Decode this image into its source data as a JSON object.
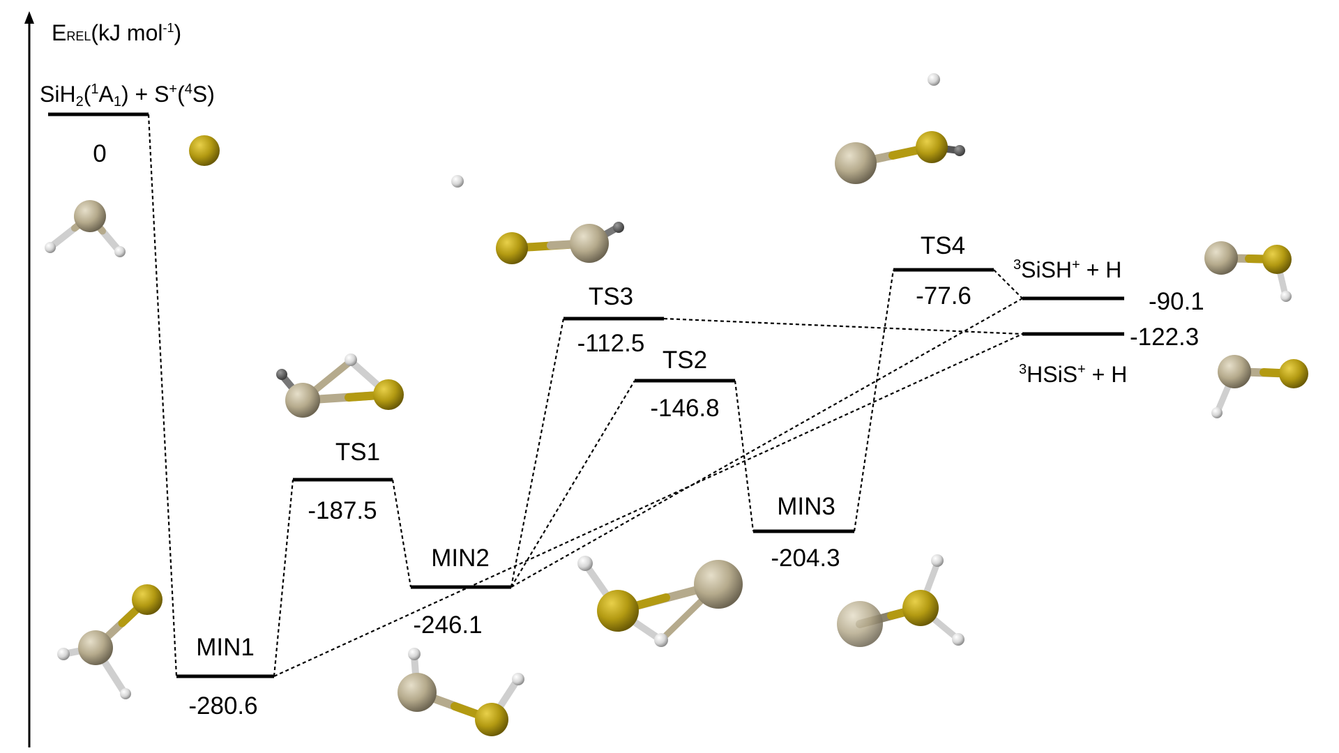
{
  "axis": {
    "label_main": "E",
    "label_sub": "REL",
    "label_unit": "(kJ mol",
    "label_exp": "-1",
    "label_close": ")"
  },
  "reactants": {
    "label": {
      "p1": "SiH",
      "s1": "2",
      "p2": "(",
      "s2": "1",
      "p3": "A",
      "s3": "1",
      "p4": ") + S",
      "s4": "+",
      "p5": "(",
      "s5": "4",
      "p6": "S)"
    },
    "energy": "0"
  },
  "states": [
    {
      "id": "MIN1",
      "name": "MIN1",
      "energy": "-280.6"
    },
    {
      "id": "TS1",
      "name": "TS1",
      "energy": "-187.5"
    },
    {
      "id": "MIN2",
      "name": "MIN2",
      "energy": "-246.1"
    },
    {
      "id": "TS3",
      "name": "TS3",
      "energy": "-112.5"
    },
    {
      "id": "TS2",
      "name": "TS2",
      "energy": "-146.8"
    },
    {
      "id": "MIN3",
      "name": "MIN3",
      "energy": "-204.3"
    },
    {
      "id": "TS4",
      "name": "TS4",
      "energy": "-77.6"
    }
  ],
  "products": {
    "sish": {
      "sup": "3",
      "label": "SiSH",
      "charge": "+",
      "rest": " + H",
      "energy": "-90.1"
    },
    "hsis": {
      "sup": "3",
      "label": "HSiS",
      "charge": "+",
      "rest": " + H",
      "energy": "-122.3"
    }
  },
  "colors": {
    "silicon": "#b5aa8c",
    "sulfur": "#b39a12",
    "hydrogen": "#e4e4e4",
    "level": "#000000"
  }
}
